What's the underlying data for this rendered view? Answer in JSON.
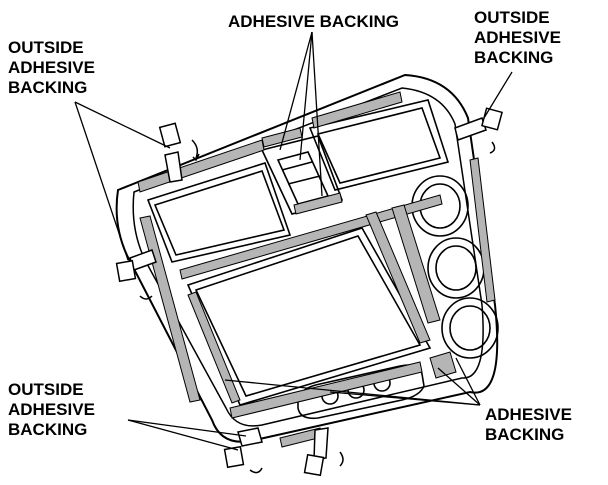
{
  "labels": {
    "top_center": [
      "ADHESIVE BACKING"
    ],
    "top_left": [
      "OUTSIDE",
      "ADHESIVE",
      "BACKING"
    ],
    "top_right": [
      "OUTSIDE",
      "ADHESIVE",
      "BACKING"
    ],
    "bottom_left": [
      "OUTSIDE",
      "ADHESIVE",
      "BACKING"
    ],
    "bottom_right": [
      "ADHESIVE",
      "BACKING"
    ]
  },
  "colors": {
    "line": "#000000",
    "adhesive_strip": "#b5b5b5",
    "background": "#ffffff"
  }
}
